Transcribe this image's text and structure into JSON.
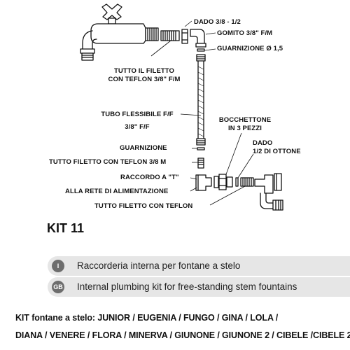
{
  "labels": {
    "dado": "DADO 3/8 - 1/2",
    "gomito": "GOMITO 3/8\" F/M",
    "guarnizione_top": "GUARNIZIONE Ø 1,5",
    "filetto_line1": "TUTTO IL FILETTO",
    "filetto_line2": "CON TEFLON 3/8\" F/M",
    "tubo_line1": "TUBO FLESSIBILE F/F",
    "tubo_line2": "3/8\" F/F",
    "bocchettone_line1": "BOCCHETTONE",
    "bocchettone_line2": "IN 3 PEZZI",
    "dado_ottone_line1": "DADO",
    "dado_ottone_line2": "1/2 DI OTTONE",
    "guarnizione": "GUARNIZIONE",
    "filetto_38m": "TUTTO FILETTO CON TEFLON 3/8 M",
    "raccordo": "RACCORDO A \"T\"",
    "rete": "ALLA RETE DI ALIMENTAZIONE",
    "filetto_teflon": "TUTTO FILETTO CON TEFLON"
  },
  "kit_title": "KIT 11",
  "languages": [
    {
      "badge": "I",
      "text": "Raccorderia interna per fontane a stelo"
    },
    {
      "badge": "GB",
      "text": "Internal plumbing kit for free-standing stem fountains"
    }
  ],
  "models": {
    "line1": "KIT fontane a stelo: JUNIOR / EUGENIA / FUNGO / GINA / LOLA /",
    "line2": "DIANA / VENERE / FLORA / MINERVA / GIUNONE / GIUNONE 2 / CIBELE /CIBELE 2"
  }
}
